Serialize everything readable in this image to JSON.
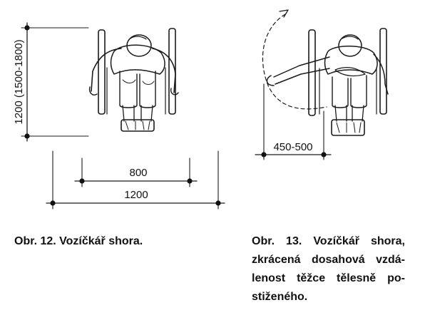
{
  "figure12": {
    "dim_depth": "1200 (1500-1800)",
    "dim_inner_width": "800",
    "dim_outer_width": "1200",
    "caption": "Obr. 12. Vozíčkář shora."
  },
  "figure13": {
    "dim_reach": "450-500",
    "caption_lines": [
      "Obr. 13. Vozíčkář shora,",
      "zkrácená dosahová vzdá-",
      "lenost těžce tělesně po-",
      "stiženého."
    ]
  }
}
